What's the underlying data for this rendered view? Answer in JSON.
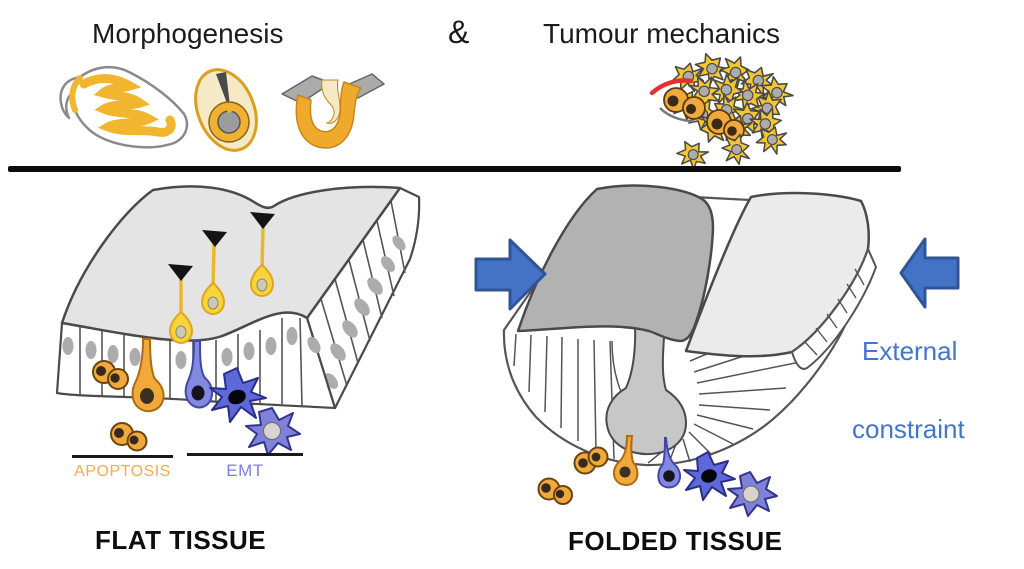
{
  "header": {
    "morphogenesis_label": "Morphogenesis",
    "ampersand": "&",
    "tumour_mechanics_label": "Tumour mechanics"
  },
  "flat_tissue": {
    "apoptosis_label": "APOPTOSIS",
    "emt_label": "EMT",
    "caption": "FLAT TISSUE"
  },
  "folded_tissue": {
    "caption": "FOLDED TISSUE",
    "external_constraint_line1": "External",
    "external_constraint_line2": "constraint"
  },
  "icons": {
    "morphogenesis_examples": [
      "embryo-fold-icon",
      "neural-tube-icon",
      "tissue-fold-icon"
    ],
    "tumour_example": "tumour-cell-cluster-icon",
    "arrows": [
      "compress-arrow-right-icon",
      "compress-arrow-left-icon"
    ]
  },
  "colors": {
    "arrow_blue": "#4472C4",
    "arrow_border": "#2F5597",
    "constraint_text_blue": "#4276C9",
    "apoptosis_orange": "#F3AD49",
    "emt_purple": "#7B80DF",
    "cell_yellow": "#F5C62F",
    "cell_orange": "#F1A93C",
    "cell_blue": "#5F68D8",
    "cell_purple": "#7E82D8",
    "nucleus_gray": "#ACACAC",
    "tissue_top_light": "#E4E4E4",
    "tissue_top_dark": "#B2B2B2",
    "divider_black": "#0C0C0C"
  }
}
